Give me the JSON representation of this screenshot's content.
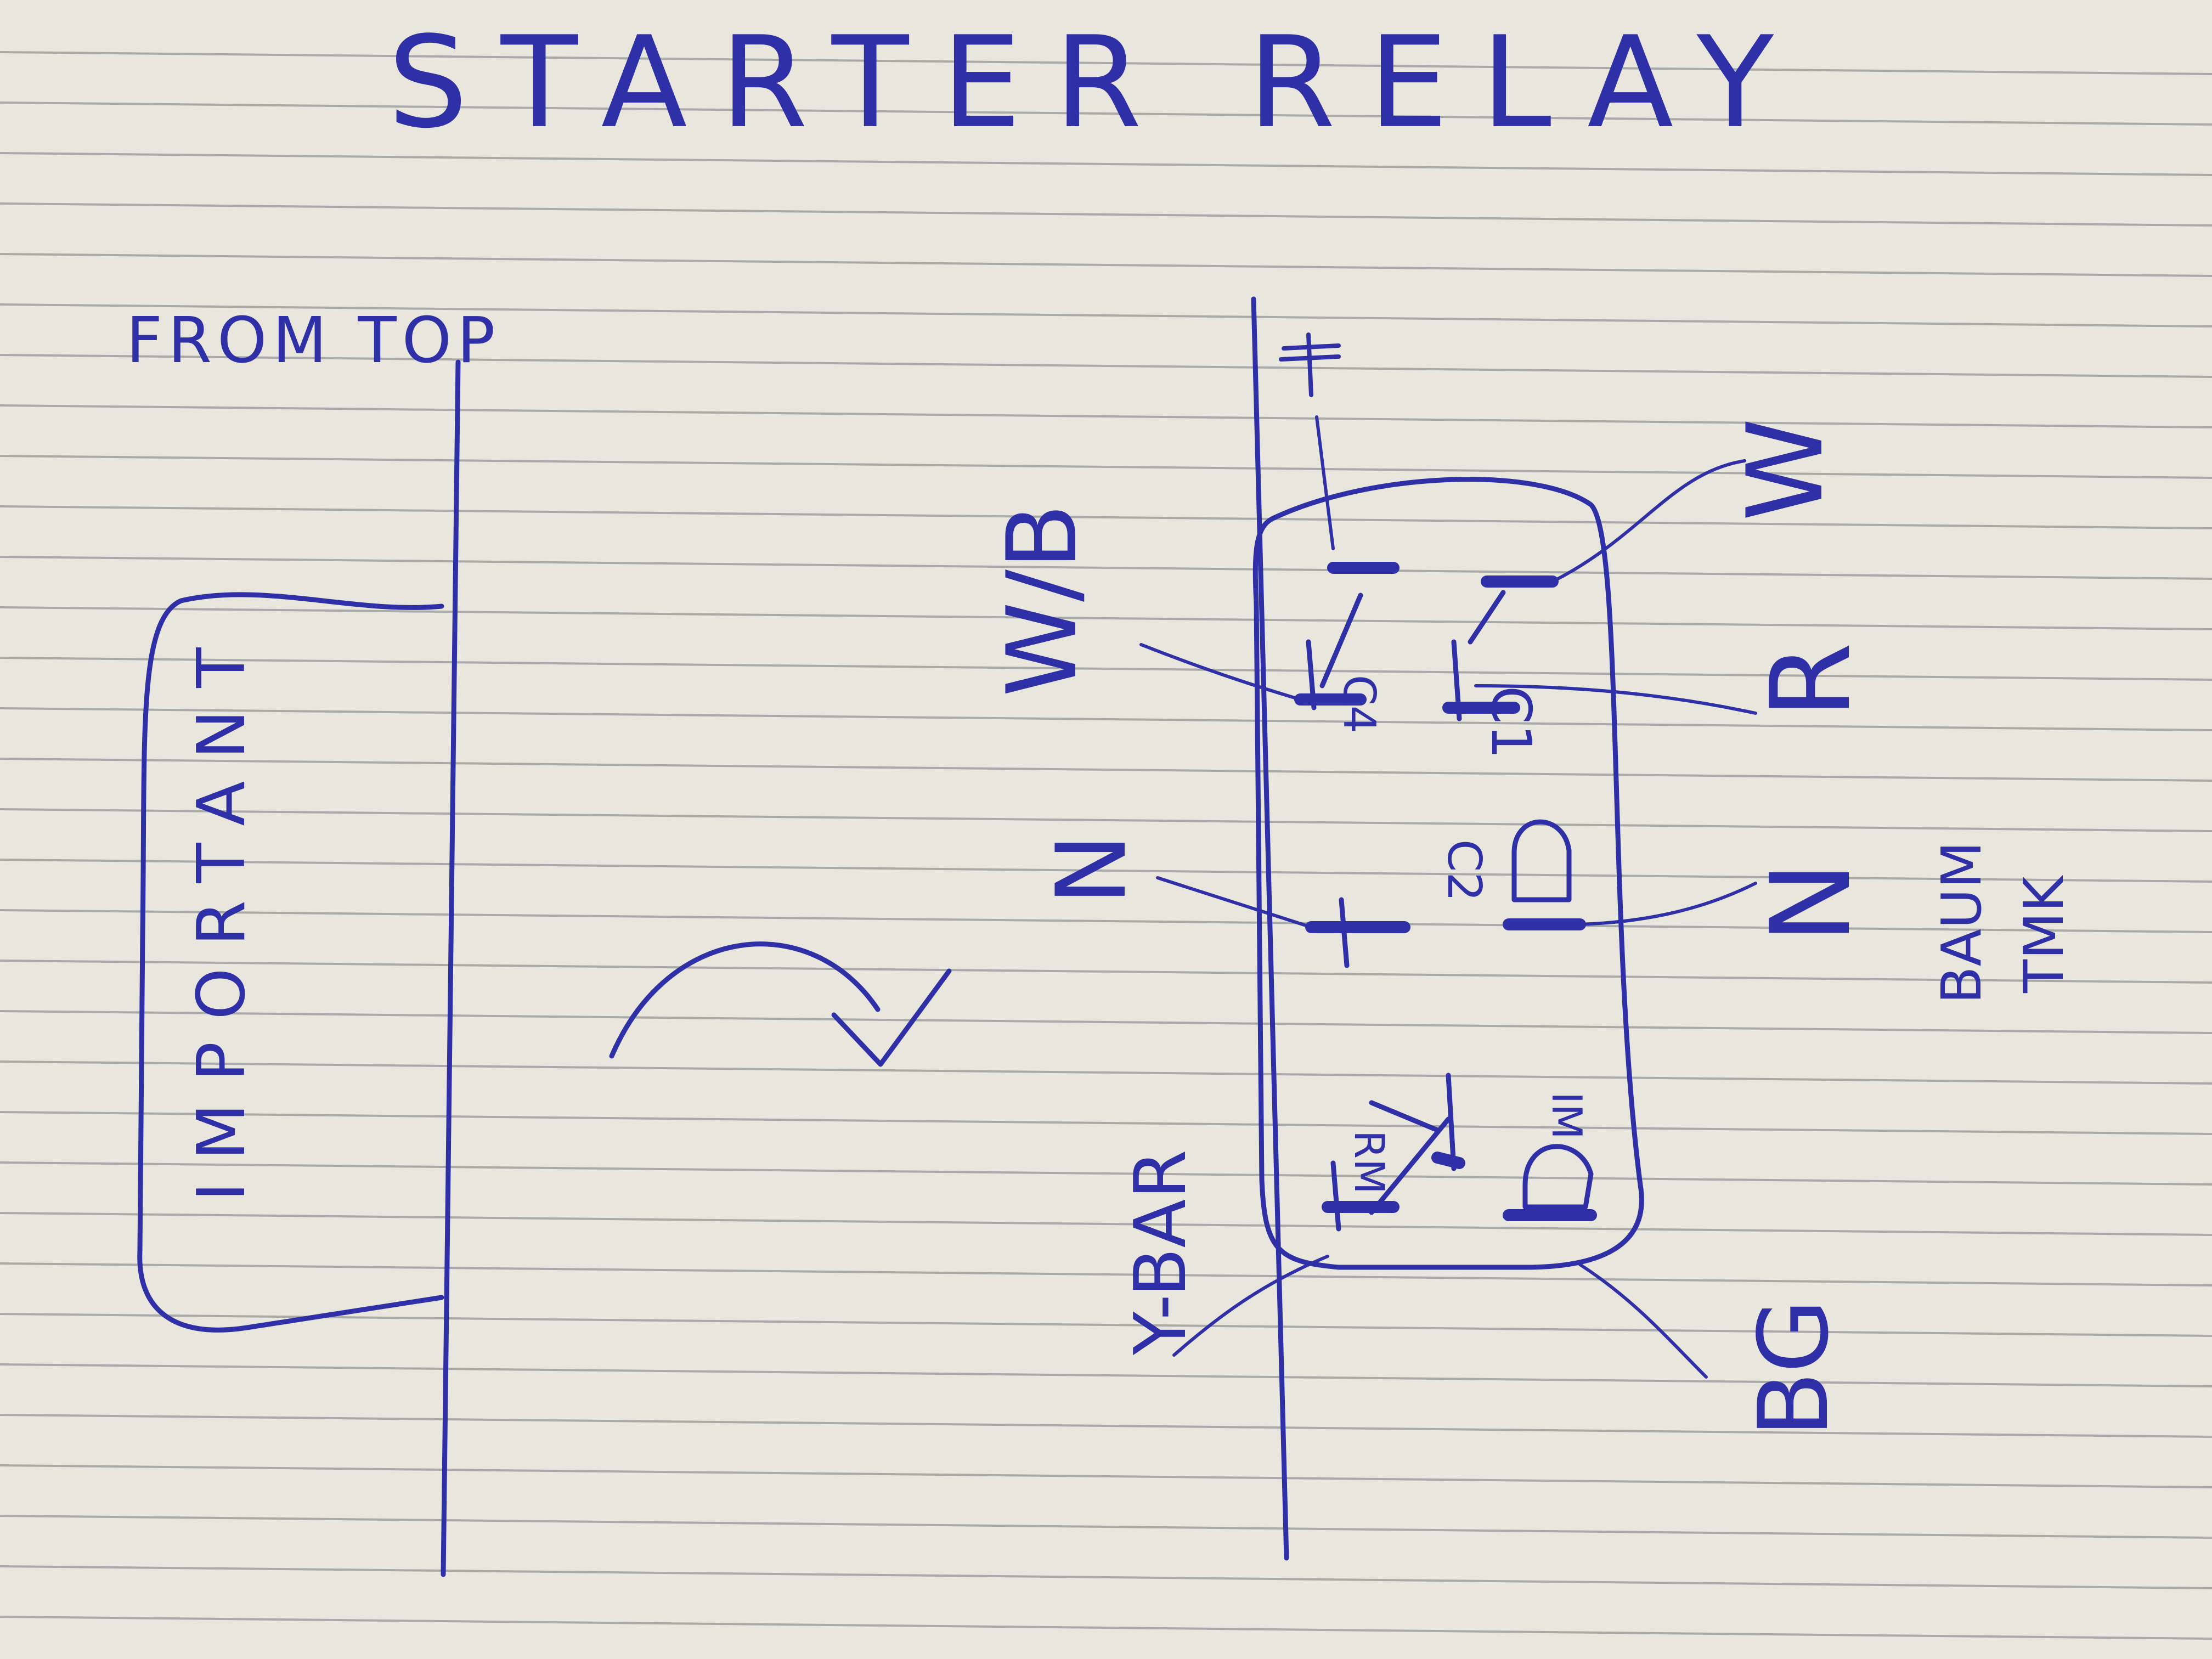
{
  "title": "STARTER RELAY",
  "view_note": "FROM TOP",
  "box_note": "IMPORTANT",
  "wire_colors": {
    "top_left": "W/B",
    "top_right": "W",
    "middle_left": "N",
    "middle_right": "R",
    "lower_right": "N",
    "bottom_right": "BG",
    "bottom_left": "Y-BAR"
  },
  "terminals": {
    "c4": "C4",
    "c1": "C1",
    "c2": "C2",
    "rm": "RM",
    "im": "IM"
  },
  "brand_note": [
    "BAUM",
    "TMK"
  ],
  "colors": {
    "paper": "#e9e6de",
    "ink": "#2f2fa8",
    "rule": "#a7aaa8"
  }
}
